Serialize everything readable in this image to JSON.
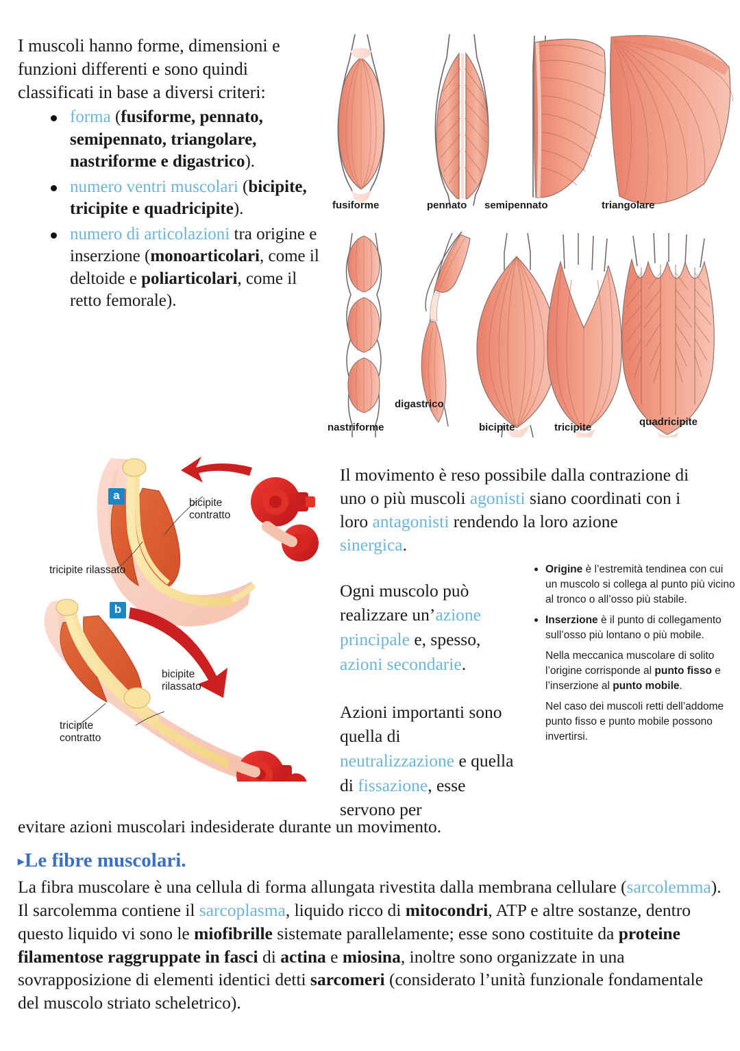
{
  "intro": {
    "lead": "I muscoli hanno forme, dimensioni e funzioni differenti e sono quindi classificati in base a diversi criteri:",
    "criteria": [
      {
        "term": "forma",
        "rest_open": " (",
        "bold": "fusiforme, pennato, semipennato, triangolare, nastriforme e digastrico",
        "rest_close": ")."
      },
      {
        "term": "numero ventri muscolari",
        "rest_open": " (",
        "bold": "bicipite, tricipite e quadricipite",
        "rest_close": ")."
      },
      {
        "term": " numero di articolazioni",
        "mid": " tra origine e inserzione (",
        "bold1": "monoarticolari",
        "mid2": ", come il deltoide e ",
        "bold2": "poliarticolari",
        "mid3": ", come il retto femorale)."
      }
    ]
  },
  "muscle_figure": {
    "row1": [
      "fusiforme",
      "pennato",
      "semipennato",
      "triangolare"
    ],
    "row2": [
      "nastriforme",
      "digastrico",
      "bicipite",
      "tricipite",
      "quadricipite"
    ],
    "colors": {
      "muscle_light": "#f4a893",
      "muscle_mid": "#e8806a",
      "muscle_dark": "#d9654d",
      "tendon": "#fbe3dc",
      "outline": "#7a6a68"
    }
  },
  "arm_figure": {
    "panel_a": {
      "badge": "a",
      "label_bicipite": "bicipite\ncontratto",
      "label_tricipite": "tricipite rilassato"
    },
    "panel_b": {
      "badge": "b",
      "label_bicipite": "bicipite\nrilassato",
      "label_tricipite": "tricipite\ncontratto"
    },
    "colors": {
      "badge_bg": "#1b86c4",
      "skin": "#f7cbbc",
      "muscle_dark": "#d9542e",
      "muscle_mid": "#e8734a",
      "bone": "#f7e09a",
      "weight": "#d81f21",
      "arrow": "#cc1f1f"
    }
  },
  "movement": {
    "t1": "Il movimento è reso possibile dalla contrazione di uno o più muscoli ",
    "h1": "agonisti",
    "t2": " siano coordinati con i loro ",
    "h2": "antagonisti",
    "t3": " rendendo la loro azione ",
    "h3": "sinergica",
    "t4": "."
  },
  "action": {
    "t1": "Ogni muscolo può realizzare un’",
    "h1": "azione principale",
    "t2": " e, spesso, ",
    "h2": "azioni secondarie",
    "t3": "."
  },
  "important": {
    "t1": "Azioni importanti sono quella di ",
    "h1": "neutralizzazione",
    "t2": " e quella di ",
    "h2": "fissazione",
    "t3": ", esse servono per"
  },
  "closing_line": "evitare azioni muscolari indesiderate durante un movimento.",
  "definitions": {
    "items": [
      {
        "bold": "Origine",
        "text": " è l’estremità tendinea con cui un muscolo si collega al punto più vicino al tronco o all’osso più stabile."
      },
      {
        "bold": "Inserzione",
        "text": " è il punto di collegamento sull’osso più lontano o più mobile."
      }
    ],
    "note1_a": "Nella meccanica muscolare di solito l’origine corrisponde al ",
    "note1_b": "punto fisso",
    "note1_c": " e l’inserzione al ",
    "note1_d": "punto mobile",
    "note1_e": ".",
    "note2": "Nel caso dei muscoli retti dell’addome punto fisso e punto mobile possono invertirsi."
  },
  "fibers": {
    "heading_marker": "▸",
    "heading": "Le fibre muscolari.",
    "p1_a": "La fibra muscolare è una cellula di forma allungata rivestita dalla membrana cellulare (",
    "p1_h": "sarcolemma",
    "p1_b": ").",
    "p2_a": "Il sarcolemma contiene il ",
    "p2_h": "sarcoplasma",
    "p2_b": ", liquido ricco di ",
    "p2_bold1": "mitocondri",
    "p2_c": ", ATP e altre sostanze, dentro questo liquido vi sono le ",
    "p2_bold2": "miofibrille",
    "p2_d": " sistemate parallelamente; esse sono costituite da ",
    "p2_bold3": "proteine filamentose raggruppate in fasci",
    "p2_e": " di ",
    "p2_bold4": "actina",
    "p2_f": " e ",
    "p2_bold5": "miosina",
    "p2_g": ", inoltre sono organizzate in una sovrapposizione di elementi identici detti ",
    "p2_bold6": "sarcomeri",
    "p2_h2": " (considerato l’unità funzionale fondamentale del muscolo striato scheletrico)."
  },
  "accent": {
    "highlight_blue": "#6cb4d8",
    "heading_blue": "#3b6fc4"
  }
}
